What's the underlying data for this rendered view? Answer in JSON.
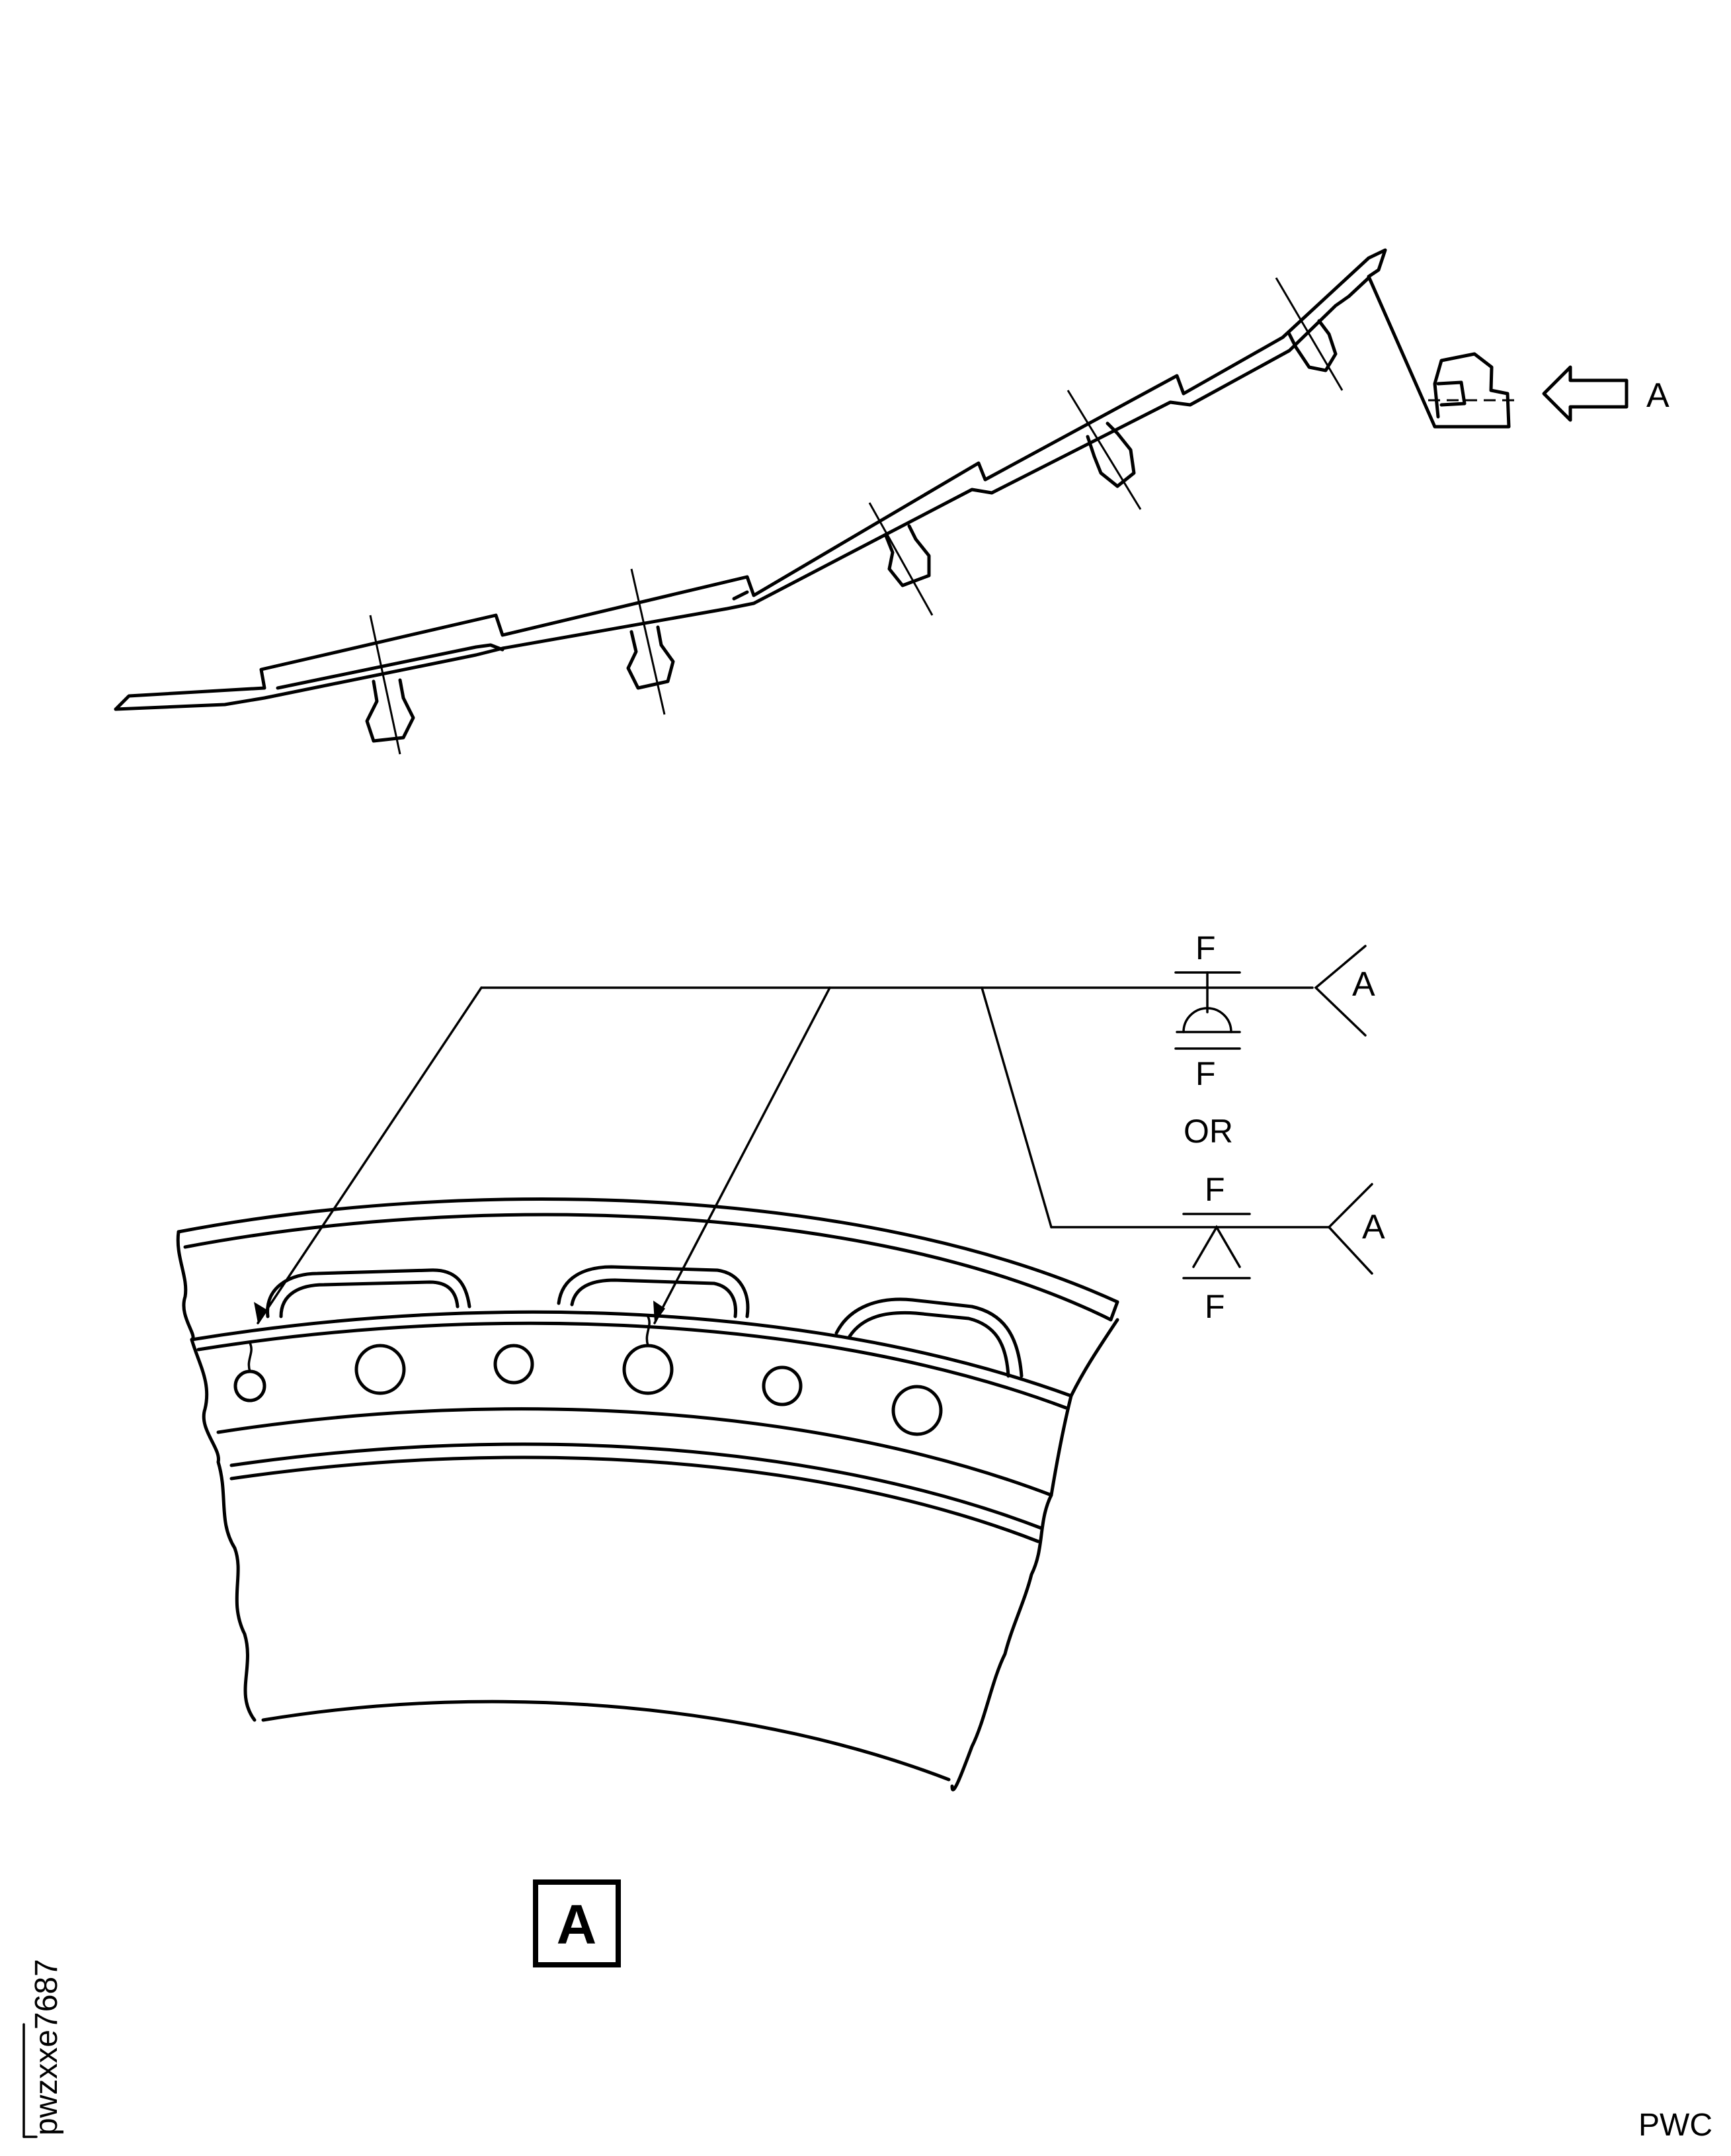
{
  "section_view": {
    "view_arrow_label": "A"
  },
  "weld_symbols": {
    "upper": {
      "top_label": "F",
      "bottom_label": "F",
      "tail_label": "A"
    },
    "or_label": "OR",
    "lower": {
      "top_label": "F",
      "bottom_label": "F",
      "tail_label": "A"
    }
  },
  "view_label": "A",
  "figure_id": "pwzxxe7687",
  "footer_mark": "PWC"
}
